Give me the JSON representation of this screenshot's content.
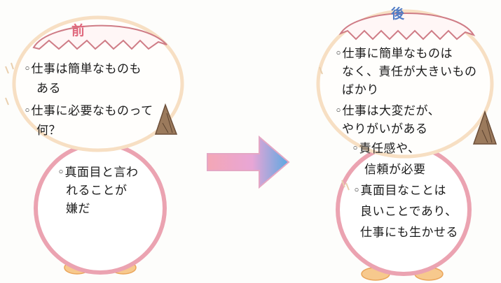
{
  "before": {
    "label": "前",
    "head_lines": [
      "◦仕事は簡単なものも",
      "ある",
      "◦仕事に必要なものって",
      "何？"
    ],
    "body_lines": [
      "◦真面目と言わ",
      "れることが",
      "嫌だ"
    ]
  },
  "after": {
    "label": "後",
    "head_lines": [
      "◦仕事に簡単なものは",
      "なく、責任が大きいもの",
      "ばかり",
      "◦仕事は大変だが、",
      "やりがいがある",
      "◦責任感や、"
    ],
    "body_lines": [
      "信頼が必要",
      "◦真面目なことは",
      "良いことであり、",
      "仕事にも生かせる"
    ]
  },
  "colors": {
    "head_outline": "#f6d8b8",
    "body_outline": "#e9a0ad",
    "hat_stroke": "#d78c93",
    "arrow_left": "#f4a7b6",
    "arrow_right": "#5aa8e2",
    "feet": "#f2b56a",
    "cone": "#8a6a4e"
  }
}
